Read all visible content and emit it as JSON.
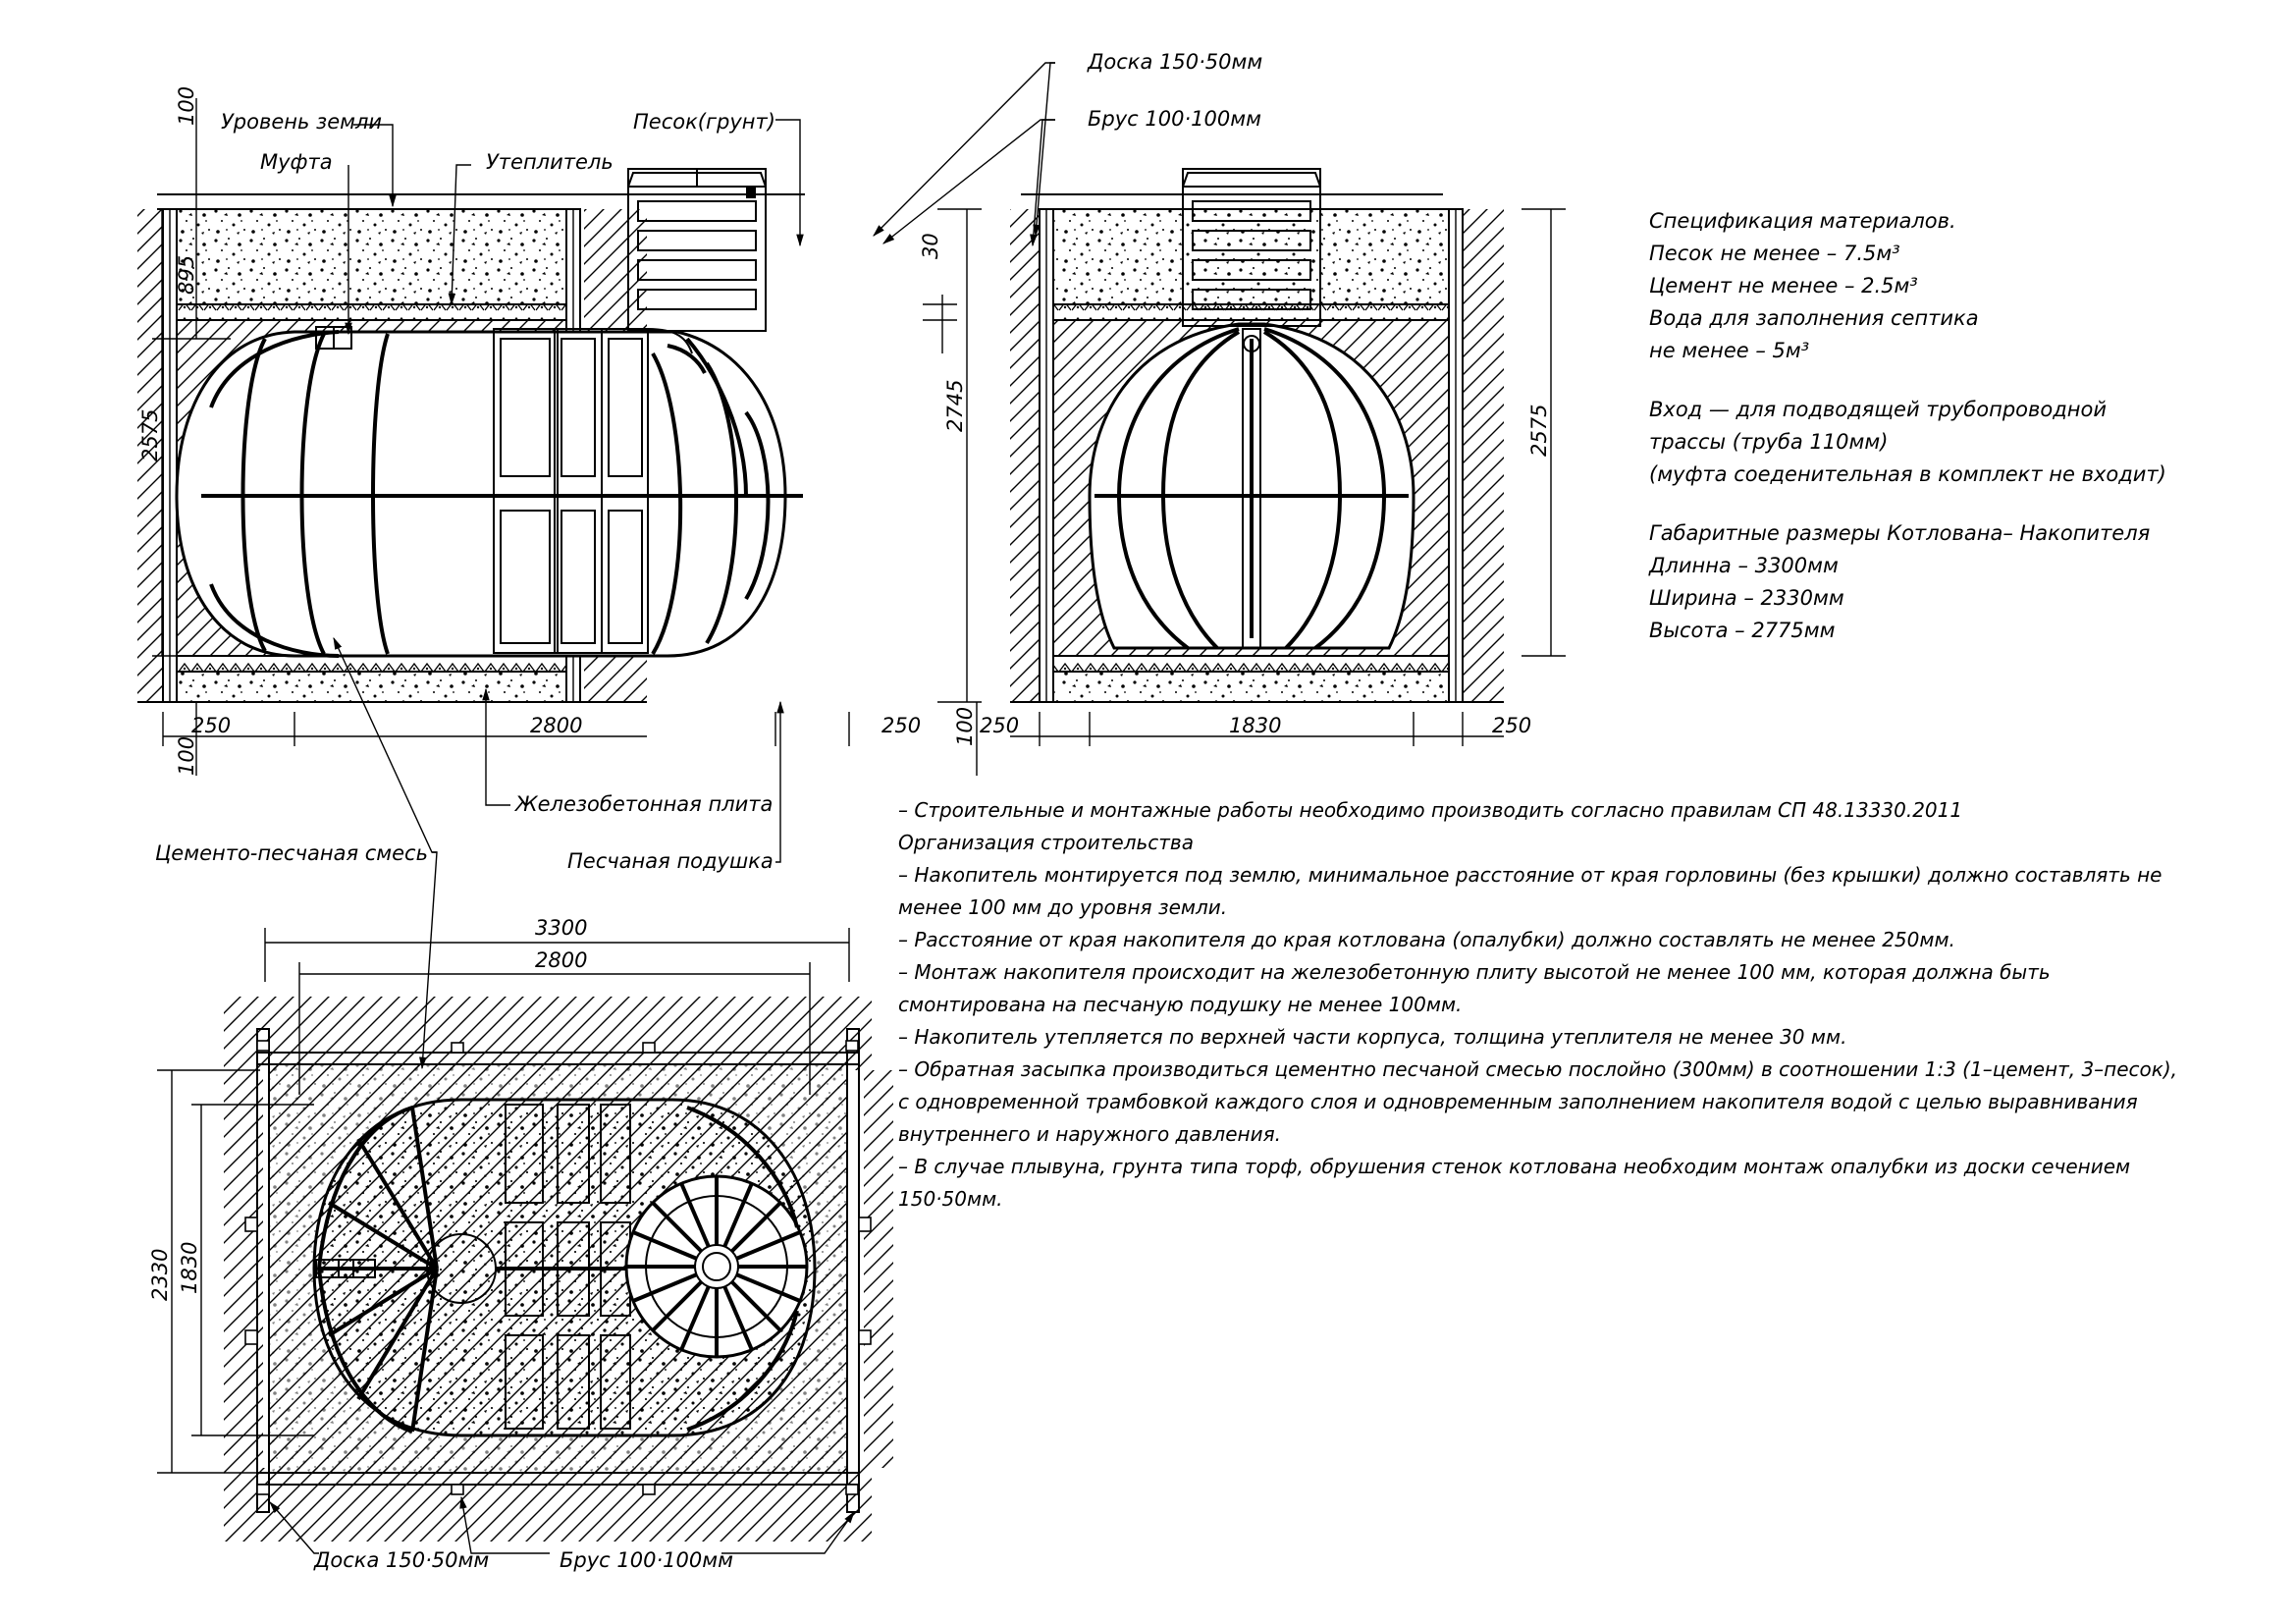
{
  "labels": {
    "ground_level": "Уровень земли",
    "coupling": "Муфта",
    "insulation": "Утеплитель",
    "sand_soil": "Песок(грунт)",
    "board_top": "Доска 150·50мм",
    "beam_top": "Брус 100·100мм",
    "rc_slab": "Железобетонная плита",
    "cement_sand_mix": "Цементо-песчаная смесь",
    "sand_cushion": "Песчаная подушка",
    "board_bottom": "Доска 150·50мм",
    "beam_bottom": "Брус 100·100мм"
  },
  "dimensions": {
    "front": {
      "top_offset": "100",
      "cover_depth": "895",
      "tank_height": "2575",
      "insulation": "30",
      "total_height": "2745",
      "bottom_offset": "100",
      "left_gap": "250",
      "length": "2800",
      "right_gap": "250"
    },
    "side": {
      "bottom_offset": "100",
      "left_gap": "250",
      "width": "1830",
      "right_gap": "250",
      "tank_height": "2575"
    },
    "plan": {
      "pit_length": "3300",
      "tank_length": "2800",
      "pit_width": "2330",
      "tank_width": "1830"
    }
  },
  "specification": {
    "title": "Спецификация материалов.",
    "sand": "Песок не менее – 7.5м³",
    "cement": "Цемент не менее – 2.5м³",
    "water_1": "Вода для заполнения септика",
    "water_2": "не менее – 5м³",
    "inlet_1": "Вход — для подводящей трубопроводной",
    "inlet_2": "трассы (труба 110мм)",
    "inlet_3": "(муфта соеденительная в комплект не входит)",
    "pit_title": "Габаритные размеры Котлована– Накопителя",
    "length": "Длинна – 3300мм",
    "width": "Ширина – 2330мм",
    "height": "Высота – 2775мм"
  },
  "notes": [
    "–          Строительные и монтажные работы необходимо производить согласно правилам СП 48.13330.2011",
    "Организация строительства",
    "–          Накопитель монтируется под землю, минимальное расстояние от края горловины (без крышки) должно составлять не",
    "менее 100 мм до уровня земли.",
    "–          Расстояние от края накопителя до края котлована (опалубки) должно составлять не менее 250мм.",
    "–          Монтаж накопителя происходит на железобетонную плиту высотой не менее 100 мм, которая должна быть",
    "смонтирована на песчаную подушку не менее 100мм.",
    "–          Накопитель утепляется по верхней части корпуса, толщина утеплителя не менее 30 мм.",
    "–          Обратная засыпка производиться цементно песчаной смесью послойно (300мм) в соотношении 1:3 (1–цемент, 3–песок),",
    "с одновременной трамбовкой каждого слоя и одновременным заполнением накопителя водой с целью выравнивания",
    "внутреннего и наружного давления.",
    "–          В случае плывуна, грунта типа торф, обрушения стенок котлована необходим монтаж опалубки из доски сечением",
    "150·50мм."
  ]
}
